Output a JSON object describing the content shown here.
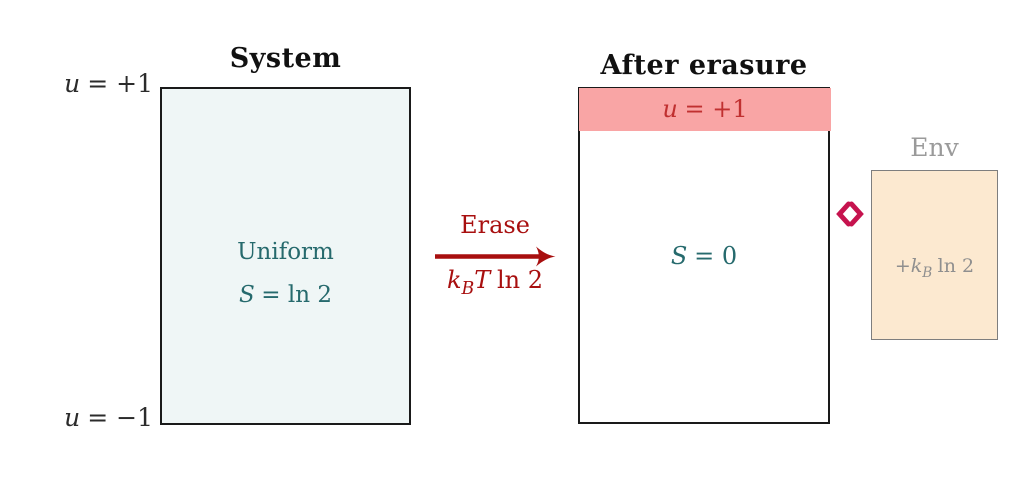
{
  "palette": {
    "background": "#ffffff",
    "box_border": "#1a1a1a",
    "system_fill": "#eff6f6",
    "teal": "#266a6d",
    "dark_red": "#a80f0f",
    "pink_band": "#f9a5a5",
    "band_red": "#c03030",
    "crimson": "#c6134e",
    "env_fill": "#fce9d0",
    "env_border": "#7e7e7e",
    "env_text": "#8f8f8f",
    "env_title": "#9a9a9a",
    "label_dark": "#2b2b2b"
  },
  "left_panel": {
    "title": "System",
    "top_label_var": "u",
    "top_label_rest": "= +1",
    "bottom_label_var": "u",
    "bottom_label_rest": "= −1",
    "state_label": "Uniform",
    "entropy_var": "S",
    "entropy_rest": "= ln 2"
  },
  "erase_arrow": {
    "label": "Erase",
    "cost_k": "k",
    "cost_k_sub": "B",
    "cost_T": "T",
    "cost_rest": "ln 2"
  },
  "right_panel": {
    "title": "After erasure",
    "band_var": "u",
    "band_rest": "= +1",
    "entropy_var": "S",
    "entropy_rest": "= 0"
  },
  "coupling": {
    "icon": "left-right-double-arrow"
  },
  "env_panel": {
    "title": "Env",
    "gain_plus": "+",
    "gain_k": "k",
    "gain_sub": "B",
    "gain_rest": "ln 2"
  }
}
